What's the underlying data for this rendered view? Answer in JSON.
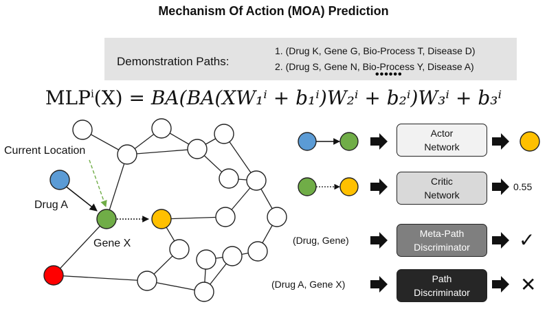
{
  "title": "Mechanism Of Action (MOA) Prediction",
  "demonstration": {
    "label": "Demonstration Paths:",
    "paths": [
      "1. (Drug K, Gene G, Bio-Process T, Disease D)",
      "2. (Drug S, Gene N, Bio-Process Y, Disease A)"
    ],
    "ellipsis": "••••••"
  },
  "formula": {
    "lhs": "MLP",
    "lhs_sup": "i",
    "lhs_arg": "(X)",
    "rhs_text": "= BA(BA(XW₁ⁱ + b₁ⁱ)W₂ⁱ + b₂ⁱ)W₃ⁱ + b₃ⁱ"
  },
  "graph": {
    "current_location_label": "Current Location",
    "drug_label": "Drug A",
    "gene_label": "Gene X"
  },
  "modules": [
    {
      "name": "actor",
      "line1": "Actor",
      "line2": "Network",
      "output": ""
    },
    {
      "name": "critic",
      "line1": "Critic",
      "line2": "Network",
      "output": "0.55"
    },
    {
      "name": "meta-path",
      "line1": "Meta-Path",
      "line2": "Discriminator",
      "input": "(Drug, Gene)",
      "output_symbol": "✓"
    },
    {
      "name": "path",
      "line1": "Path",
      "line2": "Discriminator",
      "input": "(Drug A, Gene X)",
      "output_symbol": "✕"
    }
  ],
  "colors": {
    "drug": "#5b9bd5",
    "gene": "#70ad47",
    "next": "#ffc000",
    "disease": "#ff0000",
    "actor_box": "#f2f2f2",
    "critic_box": "#d9d9d9",
    "meta_box": "#7f7f7f",
    "path_box": "#262626"
  }
}
